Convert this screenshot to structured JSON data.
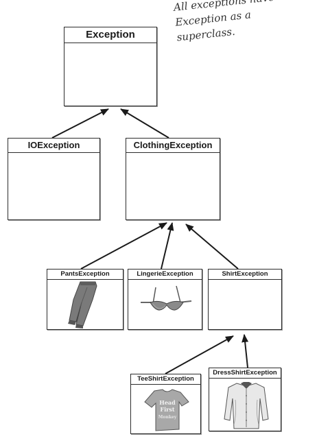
{
  "annotation": {
    "lines": [
      "All exceptions have",
      "Exception as a",
      "superclass."
    ]
  },
  "classes": {
    "exception": "Exception",
    "io_exception": "IOException",
    "clothing_exception": "ClothingException",
    "pants_exception": "PantsException",
    "lingerie_exception": "LingerieException",
    "shirt_exception": "ShirtException",
    "tee_shirt_exception": "TeeShirtException",
    "dress_shirt_exception": "DressShirtException"
  },
  "tee_shirt_print": [
    "Head",
    "First",
    "Monkey"
  ],
  "colors": {
    "line": "#1a1a1a",
    "pants": "#7a7a7a",
    "bra": "#8a8a8a",
    "shirt": "#bdbdbd"
  }
}
